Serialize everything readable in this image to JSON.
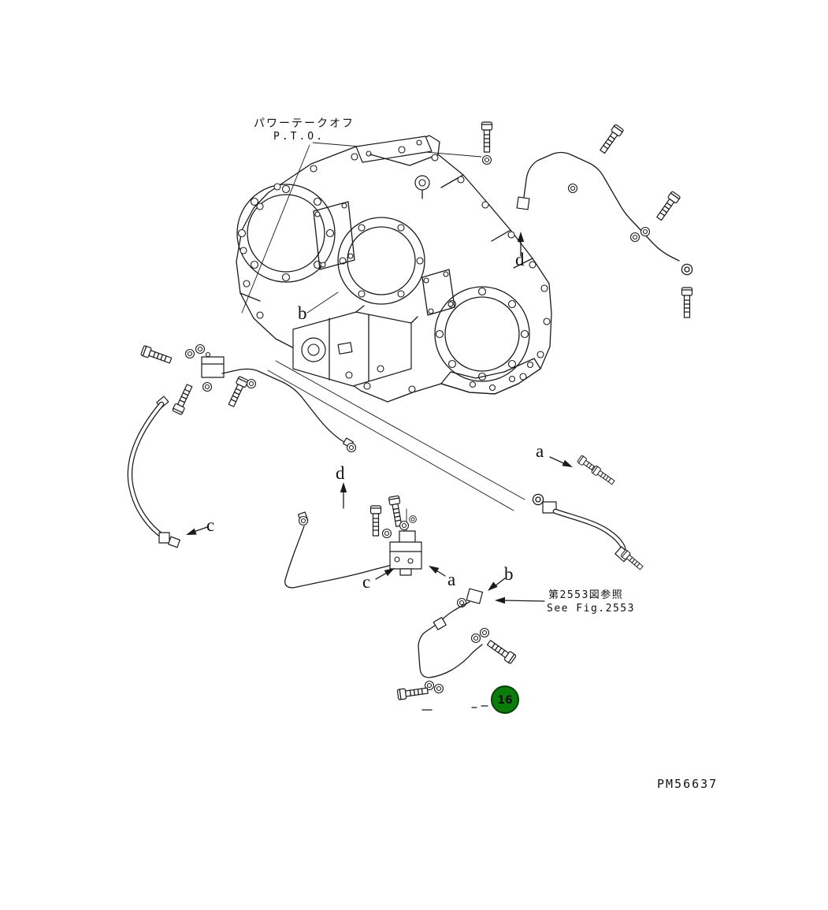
{
  "diagram": {
    "title_jp": "パワーテークオフ",
    "title_en": "P.T.O.",
    "drawing_number": "PM56637"
  },
  "callouts": {
    "b_upper": "b",
    "d_upper": "d",
    "a_right": "a",
    "c_left": "c",
    "d_mid": "d",
    "c_mid": "c",
    "a_mid": "a",
    "b_mid": "b"
  },
  "reference": {
    "jp": "第2553図参照",
    "en": "See Fig.2553"
  },
  "badge": {
    "number": "16",
    "fill": "#0b7d0b",
    "text_color": "#ffffff"
  },
  "colors": {
    "line": "#1a1a1a",
    "background": "#ffffff"
  }
}
